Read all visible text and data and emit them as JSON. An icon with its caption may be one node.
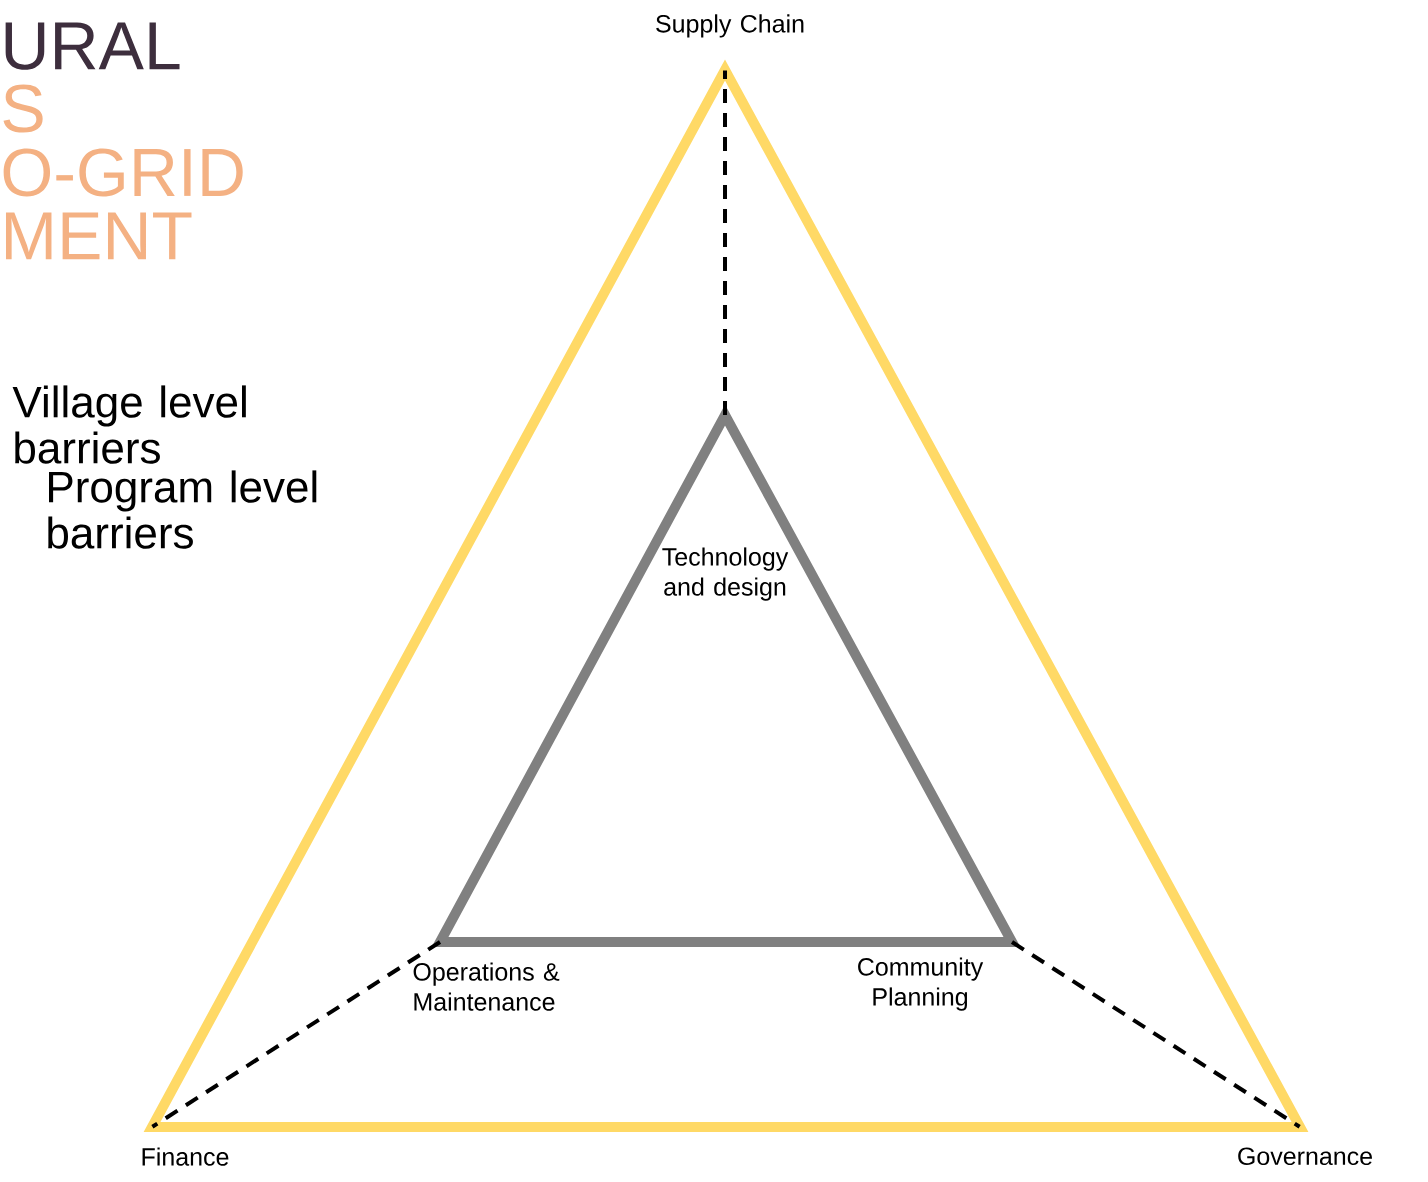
{
  "diagram": {
    "nodes": [
      {
        "text": [
          "Supply Chain"
        ]
      },
      {
        "text": [
          "Technology and design",
          "Operations & Maintenance",
          "Community Planning"
        ]
      },
      {
        "text": [
          "Finance"
        ]
      },
      {
        "text": [
          "Governance"
        ]
      }
    ],
    "edges": [
      {
        "from": 1,
        "to": 0,
        "arrow": "none",
        "style": "dashed"
      },
      {
        "from": 1,
        "to": 2,
        "arrow": "none",
        "style": "dashed"
      },
      {
        "from": 1,
        "to": 3,
        "arrow": "none",
        "style": "dashed"
      }
    ],
    "labels": [
      "URAL",
      "S",
      "O-GRID",
      "MENT",
      "Village level barriers",
      "Program level barriers"
    ]
  }
}
